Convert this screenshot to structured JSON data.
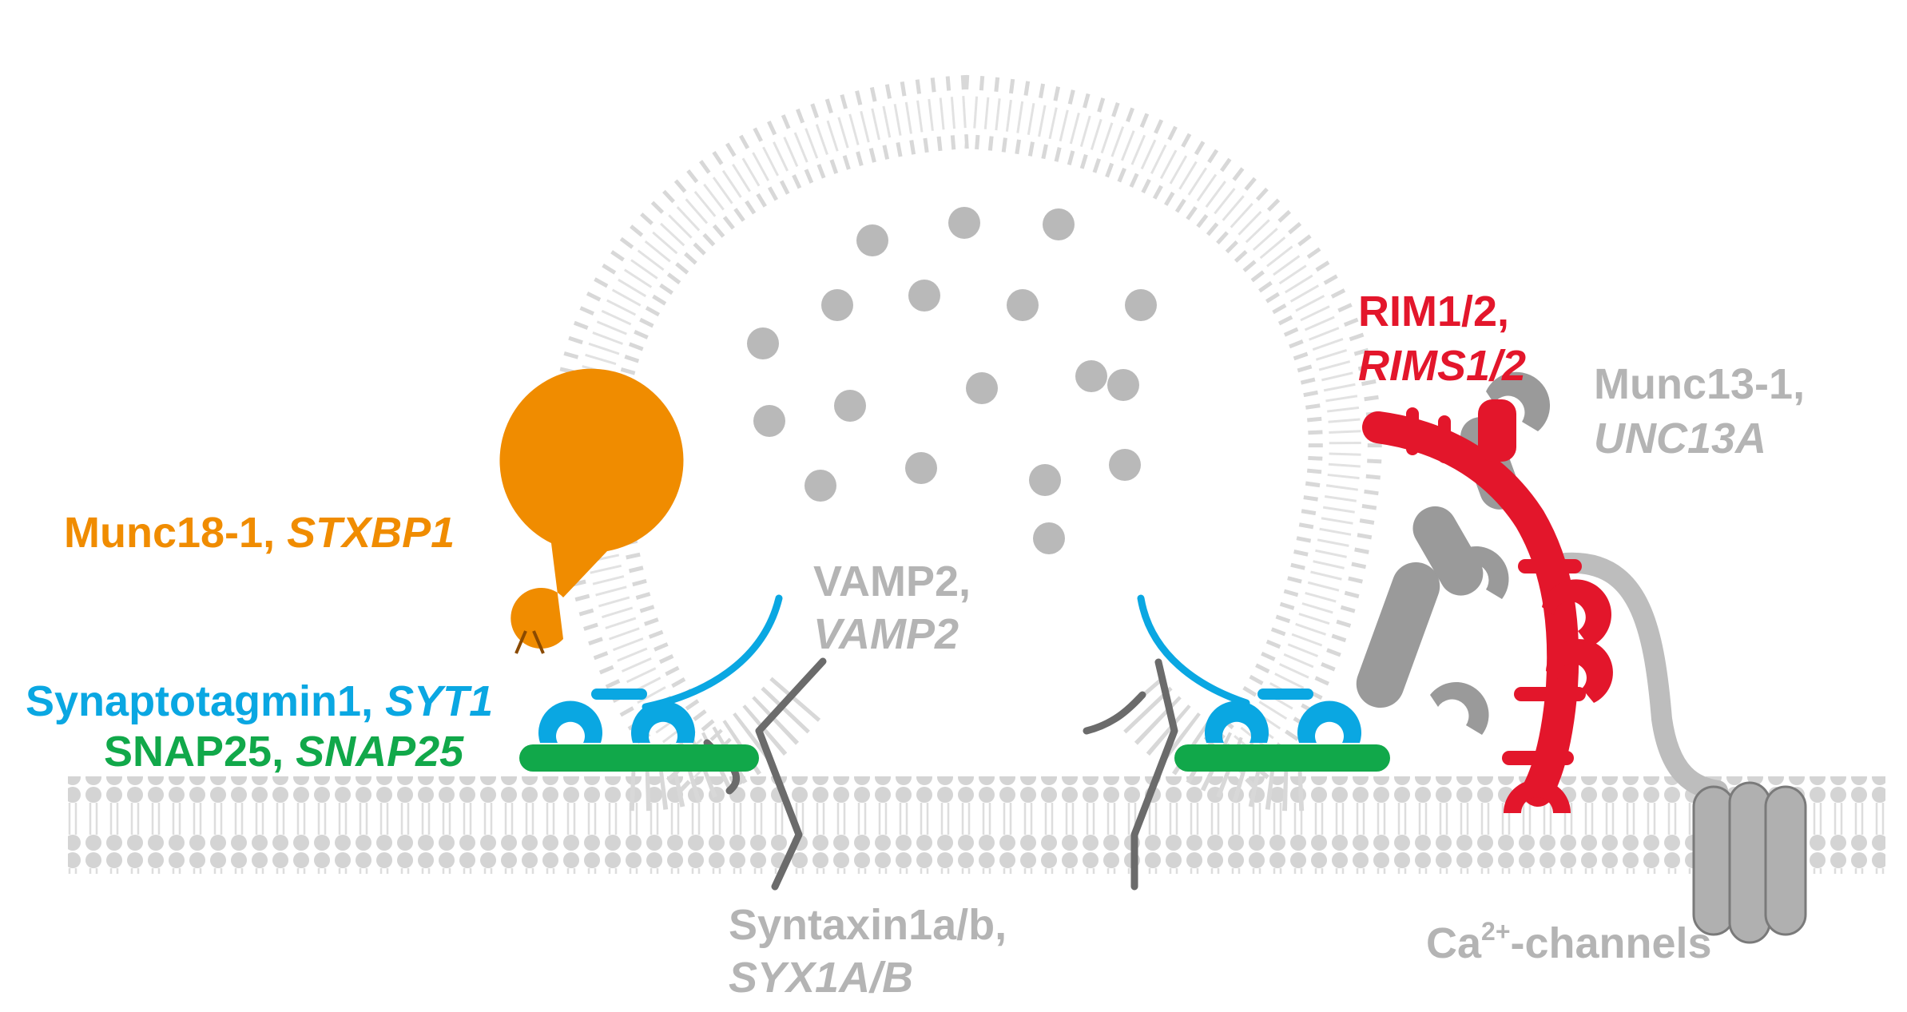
{
  "labels": {
    "munc18": {
      "name": "Munc18-1, ",
      "gene": "STXBP1"
    },
    "syt1": {
      "name": "Synaptotagmin1, ",
      "gene": "SYT1"
    },
    "snap25": {
      "name": "SNAP25, ",
      "gene": "SNAP25"
    },
    "vamp2": {
      "name": "VAMP2,",
      "gene": "VAMP2"
    },
    "syntaxin": {
      "name": "Syntaxin1a/b,",
      "gene": "SYX1A/B"
    },
    "rim": {
      "name": "RIM1/2,",
      "gene": "RIMS1/2"
    },
    "munc13": {
      "name": "Munc13-1,",
      "gene": "UNC13A"
    },
    "ca_channels": {
      "prefix": "Ca",
      "superscript": "2+",
      "suffix": "-channels"
    }
  },
  "colors": {
    "munc18": "#f08c00",
    "synaptotagmin": "#0aa7e2",
    "snap25": "#11a84a",
    "rim": "#e3162b",
    "grey_text": "#b4b4b4",
    "membrane": "#d4d4d4",
    "syntaxin": "#6b6b6b",
    "munc13": "#9a9a9a",
    "vesicle_content": "#b9b9b9"
  }
}
